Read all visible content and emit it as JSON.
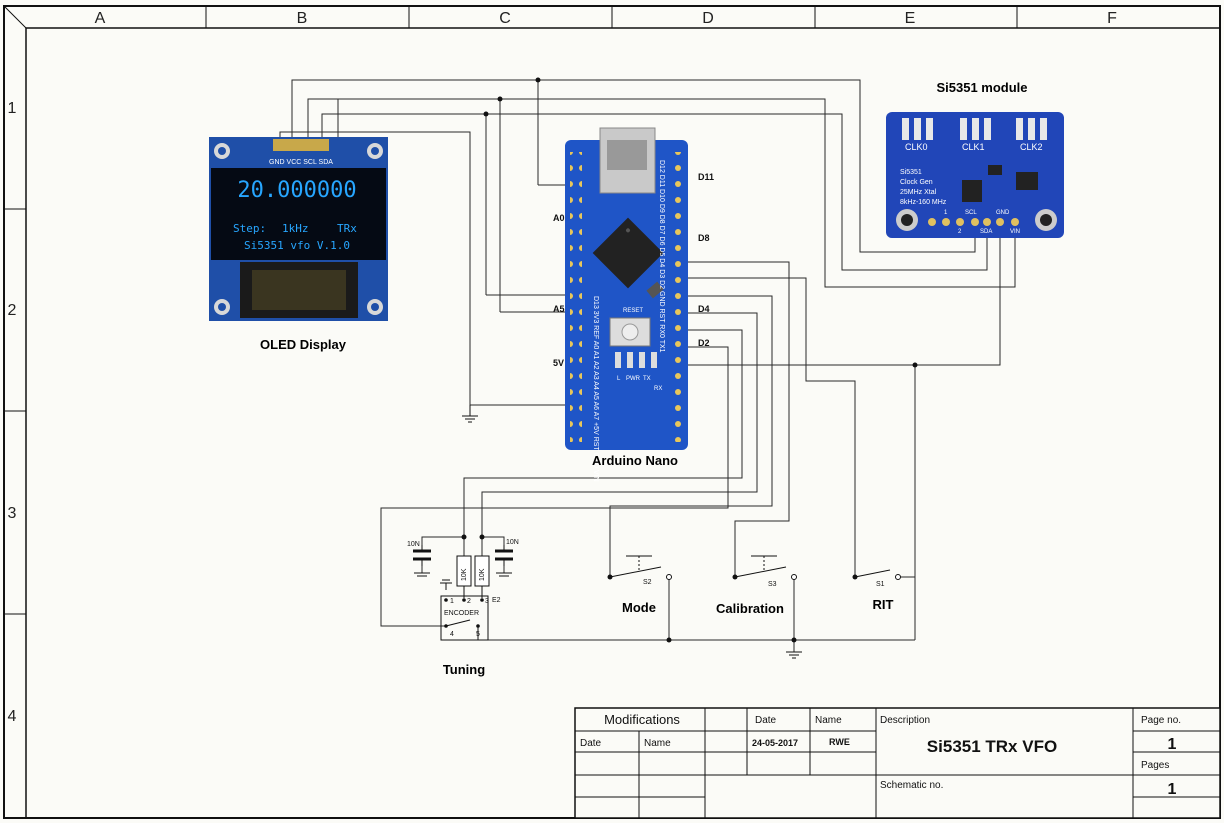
{
  "frame": {
    "columns": [
      "A",
      "B",
      "C",
      "D",
      "E",
      "F"
    ],
    "rows": [
      "1",
      "2",
      "3",
      "4"
    ]
  },
  "oled": {
    "label": "OLED Display",
    "pin_header": "GND VCC SCL SDA",
    "screen_line1": "20.000000",
    "screen_step": "Step:",
    "screen_step_value": "1kHz",
    "screen_mode": "TRx",
    "screen_version": "Si5351 vfo V.1.0"
  },
  "arduino": {
    "label": "Arduino Nano",
    "pin_labels": {
      "d11": "D11",
      "a0": "A0",
      "d8": "D8",
      "a5": "A5",
      "d4": "D4",
      "d2": "D2",
      "v5": "5V"
    },
    "left_header_text": "D13 3V3 REF A0 A1 A2 A3 A4 A5 A6 A7 +5V RST GND VIN",
    "right_header_text": "D12 D11 D10 D9 D8 D7 D6 D5 D4 D3 D2 GND RST RX0 TX1",
    "board_marks": [
      "RESET",
      "L",
      "PWR",
      "TX",
      "RX"
    ]
  },
  "si5351": {
    "label": "Si5351 module",
    "clk_labels": [
      "CLK0",
      "CLK1",
      "CLK2"
    ],
    "chip_text": [
      "Si5351",
      "Clock Gen",
      "25MHz Xtal",
      "8kHz-160 MHz"
    ],
    "pin_text": [
      "1",
      "2",
      "SCL",
      "SDA",
      "GND",
      "VIN"
    ]
  },
  "encoder": {
    "caption": "Tuning",
    "name": "ENCODER",
    "pins": [
      "1",
      "2",
      "3",
      "4",
      "5"
    ],
    "e2": "E2",
    "resistors": [
      "10K",
      "10K"
    ],
    "caps": [
      "10N",
      "10N"
    ]
  },
  "switches": [
    {
      "ref": "S2",
      "label": "Mode"
    },
    {
      "ref": "S3",
      "label": "Calibration"
    },
    {
      "ref": "S1",
      "label": "RIT"
    }
  ],
  "title_block": {
    "modifications": "Modifications",
    "date_header": "Date",
    "name_header": "Name",
    "date_col": "Date",
    "name_col": "Name",
    "date_value": "24-05-2017",
    "name_value": "RWE",
    "description_header": "Description",
    "description": "Si5351 TRx VFO",
    "schematic_no": "Schematic no.",
    "page_no_header": "Page no.",
    "page_no": "1",
    "pages_header": "Pages",
    "pages": "1"
  },
  "colors": {
    "wire": "#2a2a2a",
    "nano_blue": "#1f55c7",
    "oled_blue": "#27a6ff",
    "si_blue": "#2146b8"
  }
}
